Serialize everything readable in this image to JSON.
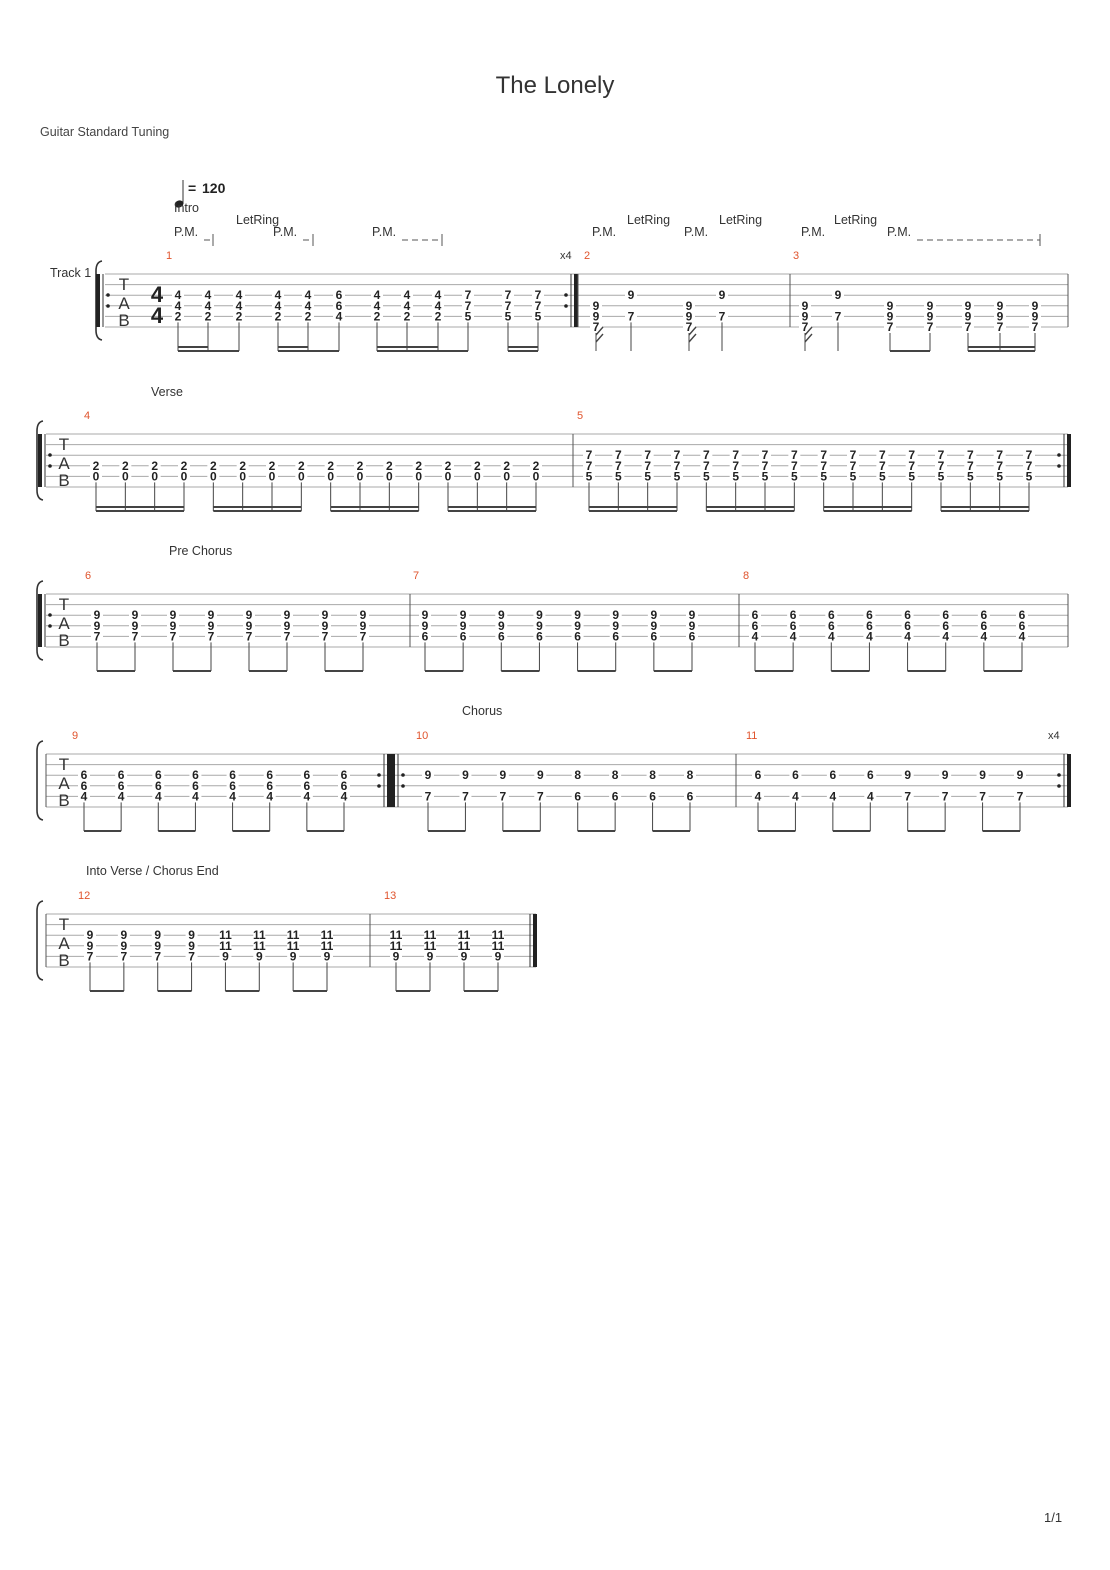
{
  "title": "The Lonely",
  "tuning": "Guitar Standard Tuning",
  "track_label": "Track 1",
  "page_number": "1/1",
  "tempo": {
    "symbol": "=",
    "value": "120"
  },
  "time_signature": {
    "top": "4",
    "bottom": "4"
  },
  "tab_clef": [
    "T",
    "A",
    "B"
  ],
  "sections": {
    "intro": "Intro",
    "verse": "Verse",
    "pre_chorus": "Pre Chorus",
    "chorus": "Chorus",
    "into_verse": "Into Verse / Chorus End"
  },
  "techniques": {
    "palm_mute": "P.M.",
    "let_ring": "LetRing"
  },
  "repeat_marks": [
    "x4",
    "x4"
  ],
  "measures": [
    {
      "number": "1",
      "chords": [
        [
          "4",
          "4",
          "2"
        ],
        [
          "4",
          "4",
          "2"
        ],
        [
          "4",
          "4",
          "2"
        ],
        [
          "4",
          "4",
          "2"
        ],
        [
          "4",
          "4",
          "2"
        ],
        [
          "6",
          "6",
          "4"
        ],
        [
          "4",
          "4",
          "2"
        ],
        [
          "4",
          "4",
          "2"
        ],
        [
          "4",
          "4",
          "2"
        ],
        [
          "7",
          "7",
          "5"
        ],
        [
          "7",
          "7",
          "5"
        ],
        [
          "7",
          "7",
          "5"
        ]
      ]
    },
    {
      "number": "2",
      "chords": [
        [
          "9",
          "9",
          "7"
        ],
        [
          "9",
          "7"
        ],
        [
          "9",
          "9",
          "7"
        ],
        [
          "9",
          "7"
        ]
      ]
    },
    {
      "number": "3",
      "chords": [
        [
          "9",
          "9",
          "7"
        ],
        [
          "9",
          "7"
        ],
        [
          "9",
          "9",
          "7"
        ],
        [
          "9",
          "9",
          "7"
        ],
        [
          "9",
          "9",
          "7"
        ],
        [
          "9",
          "9",
          "7"
        ],
        [
          "9",
          "9",
          "7"
        ]
      ]
    },
    {
      "number": "4",
      "chords": [
        [
          "2",
          "0"
        ],
        [
          "2",
          "0"
        ],
        [
          "2",
          "0"
        ],
        [
          "2",
          "0"
        ],
        [
          "2",
          "0"
        ],
        [
          "2",
          "0"
        ],
        [
          "2",
          "0"
        ],
        [
          "2",
          "0"
        ],
        [
          "2",
          "0"
        ],
        [
          "2",
          "0"
        ],
        [
          "2",
          "0"
        ],
        [
          "2",
          "0"
        ],
        [
          "2",
          "0"
        ],
        [
          "2",
          "0"
        ],
        [
          "2",
          "0"
        ],
        [
          "2",
          "0"
        ]
      ]
    },
    {
      "number": "5",
      "chords": [
        [
          "7",
          "7",
          "5"
        ],
        [
          "7",
          "7",
          "5"
        ],
        [
          "7",
          "7",
          "5"
        ],
        [
          "7",
          "7",
          "5"
        ],
        [
          "7",
          "7",
          "5"
        ],
        [
          "7",
          "7",
          "5"
        ],
        [
          "7",
          "7",
          "5"
        ],
        [
          "7",
          "7",
          "5"
        ],
        [
          "7",
          "7",
          "5"
        ],
        [
          "7",
          "7",
          "5"
        ],
        [
          "7",
          "7",
          "5"
        ],
        [
          "7",
          "7",
          "5"
        ],
        [
          "7",
          "7",
          "5"
        ],
        [
          "7",
          "7",
          "5"
        ],
        [
          "7",
          "7",
          "5"
        ],
        [
          "7",
          "7",
          "5"
        ]
      ]
    },
    {
      "number": "6",
      "chords": [
        [
          "9",
          "9",
          "7"
        ],
        [
          "9",
          "9",
          "7"
        ],
        [
          "9",
          "9",
          "7"
        ],
        [
          "9",
          "9",
          "7"
        ],
        [
          "9",
          "9",
          "7"
        ],
        [
          "9",
          "9",
          "7"
        ],
        [
          "9",
          "9",
          "7"
        ],
        [
          "9",
          "9",
          "7"
        ]
      ]
    },
    {
      "number": "7",
      "chords": [
        [
          "9",
          "9",
          "6"
        ],
        [
          "9",
          "9",
          "6"
        ],
        [
          "9",
          "9",
          "6"
        ],
        [
          "9",
          "9",
          "6"
        ],
        [
          "9",
          "9",
          "6"
        ],
        [
          "9",
          "9",
          "6"
        ],
        [
          "9",
          "9",
          "6"
        ],
        [
          "9",
          "9",
          "6"
        ]
      ]
    },
    {
      "number": "8",
      "chords": [
        [
          "6",
          "6",
          "4"
        ],
        [
          "6",
          "6",
          "4"
        ],
        [
          "6",
          "6",
          "4"
        ],
        [
          "6",
          "6",
          "4"
        ],
        [
          "6",
          "6",
          "4"
        ],
        [
          "6",
          "6",
          "4"
        ],
        [
          "6",
          "6",
          "4"
        ],
        [
          "6",
          "6",
          "4"
        ]
      ]
    },
    {
      "number": "9",
      "chords": [
        [
          "6",
          "6",
          "4"
        ],
        [
          "6",
          "6",
          "4"
        ],
        [
          "6",
          "6",
          "4"
        ],
        [
          "6",
          "6",
          "4"
        ],
        [
          "6",
          "6",
          "4"
        ],
        [
          "6",
          "6",
          "4"
        ],
        [
          "6",
          "6",
          "4"
        ],
        [
          "6",
          "6",
          "4"
        ]
      ]
    },
    {
      "number": "10",
      "chords": [
        [
          "9",
          "7"
        ],
        [
          "9",
          "7"
        ],
        [
          "9",
          "7"
        ],
        [
          "9",
          "7"
        ],
        [
          "8",
          "6"
        ],
        [
          "8",
          "6"
        ],
        [
          "8",
          "6"
        ],
        [
          "8",
          "6"
        ]
      ]
    },
    {
      "number": "11",
      "chords": [
        [
          "6",
          "4"
        ],
        [
          "6",
          "4"
        ],
        [
          "6",
          "4"
        ],
        [
          "6",
          "4"
        ],
        [
          "9",
          "7"
        ],
        [
          "9",
          "7"
        ],
        [
          "9",
          "7"
        ],
        [
          "9",
          "7"
        ]
      ]
    },
    {
      "number": "12",
      "chords": [
        [
          "9",
          "9",
          "7"
        ],
        [
          "9",
          "9",
          "7"
        ],
        [
          "9",
          "9",
          "7"
        ],
        [
          "9",
          "9",
          "7"
        ],
        [
          "11",
          "11",
          "9"
        ],
        [
          "11",
          "11",
          "9"
        ],
        [
          "11",
          "11",
          "9"
        ],
        [
          "11",
          "11",
          "9"
        ]
      ]
    },
    {
      "number": "13",
      "chords": [
        [
          "11",
          "11",
          "9"
        ],
        [
          "11",
          "11",
          "9"
        ],
        [
          "11",
          "11",
          "9"
        ],
        [
          "11",
          "11",
          "9"
        ]
      ]
    }
  ]
}
